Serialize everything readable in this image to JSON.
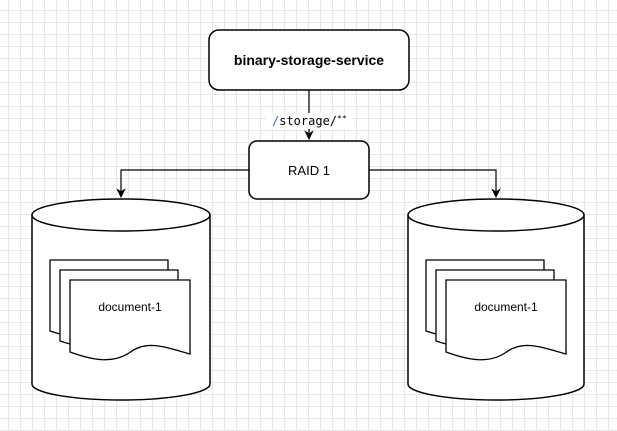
{
  "diagram": {
    "service": {
      "label": "binary-storage-service"
    },
    "edge_label": {
      "slash": "/",
      "path": "storage/",
      "suffix": "**"
    },
    "raid": {
      "label": "RAID 1"
    },
    "storages": [
      {
        "document_label": "document-1"
      },
      {
        "document_label": "document-1"
      }
    ],
    "colors": {
      "stroke": "#000000",
      "fill": "#ffffff",
      "slash": "#2f6fd6",
      "grid": "#e7e7e7"
    }
  }
}
